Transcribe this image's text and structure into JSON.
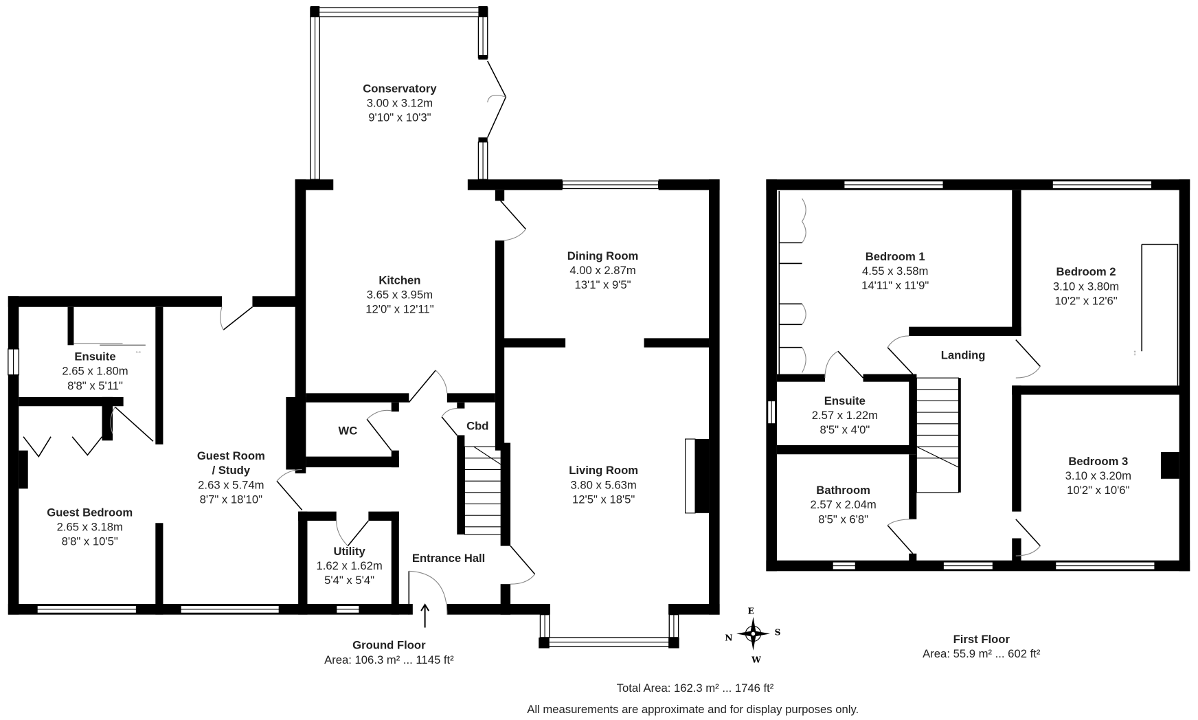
{
  "ground_floor": {
    "title": "Ground Floor",
    "area": "Area: 106.3 m² ... 1145 ft²",
    "rooms": [
      {
        "name": "Conservatory",
        "metric": "3.00 x 3.12m",
        "imperial": "9'10\" x 10'3\""
      },
      {
        "name": "Kitchen",
        "metric": "3.65 x 3.95m",
        "imperial": "12'0\" x 12'11\""
      },
      {
        "name": "Dining Room",
        "metric": "4.00 x 2.87m",
        "imperial": "13'1\" x 9'5\""
      },
      {
        "name": "Ensuite",
        "metric": "2.65 x 1.80m",
        "imperial": "8'8\" x 5'11\""
      },
      {
        "name": "WC"
      },
      {
        "name": "Cbd"
      },
      {
        "name": "Guest Room",
        "name2": "/ Study",
        "metric": "2.63 x 5.74m",
        "imperial": "8'7\" x 18'10\""
      },
      {
        "name": "Living Room",
        "metric": "3.80 x 5.63m",
        "imperial": "12'5\" x 18'5\""
      },
      {
        "name": "Guest Bedroom",
        "metric": "2.65 x 3.18m",
        "imperial": "8'8\" x 10'5\""
      },
      {
        "name": "Utility",
        "metric": "1.62 x 1.62m",
        "imperial": "5'4\" x 5'4\""
      },
      {
        "name": "Entrance Hall"
      }
    ]
  },
  "first_floor": {
    "title": "First Floor",
    "area": "Area: 55.9 m² ... 602 ft²",
    "rooms": [
      {
        "name": "Bedroom 1",
        "metric": "4.55 x 3.58m",
        "imperial": "14'11\" x 11'9\""
      },
      {
        "name": "Bedroom 2",
        "metric": "3.10 x 3.80m",
        "imperial": "10'2\" x 12'6\""
      },
      {
        "name": "Landing"
      },
      {
        "name": "Ensuite",
        "metric": "2.57 x 1.22m",
        "imperial": "8'5\" x 4'0\""
      },
      {
        "name": "Bathroom",
        "metric": "2.57 x 2.04m",
        "imperial": "8'5\" x 6'8\""
      },
      {
        "name": "Bedroom 3",
        "metric": "3.10 x 3.20m",
        "imperial": "10'2\" x 10'6\""
      }
    ]
  },
  "compass": {
    "n": "N",
    "e": "E",
    "s": "S",
    "w": "W"
  },
  "footer": {
    "total_area": "Total Area: 162.3 m² ... 1746 ft²",
    "disclaimer": "All measurements are approximate and for display purposes only."
  }
}
